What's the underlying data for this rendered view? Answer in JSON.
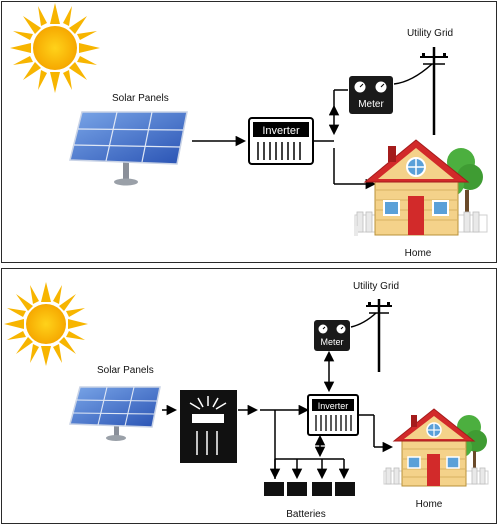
{
  "diagram_top": {
    "solar_panels_label": "Solar Panels",
    "inverter_label": "Inverter",
    "meter_label": "Meter",
    "utility_grid_label": "Utility Grid",
    "home_label": "Home"
  },
  "diagram_bottom": {
    "solar_panels_label": "Solar Panels",
    "inverter_label": "Inverter",
    "meter_label": "Meter",
    "utility_grid_label": "Utility Grid",
    "home_label": "Home",
    "batteries_label": "Batteries"
  }
}
